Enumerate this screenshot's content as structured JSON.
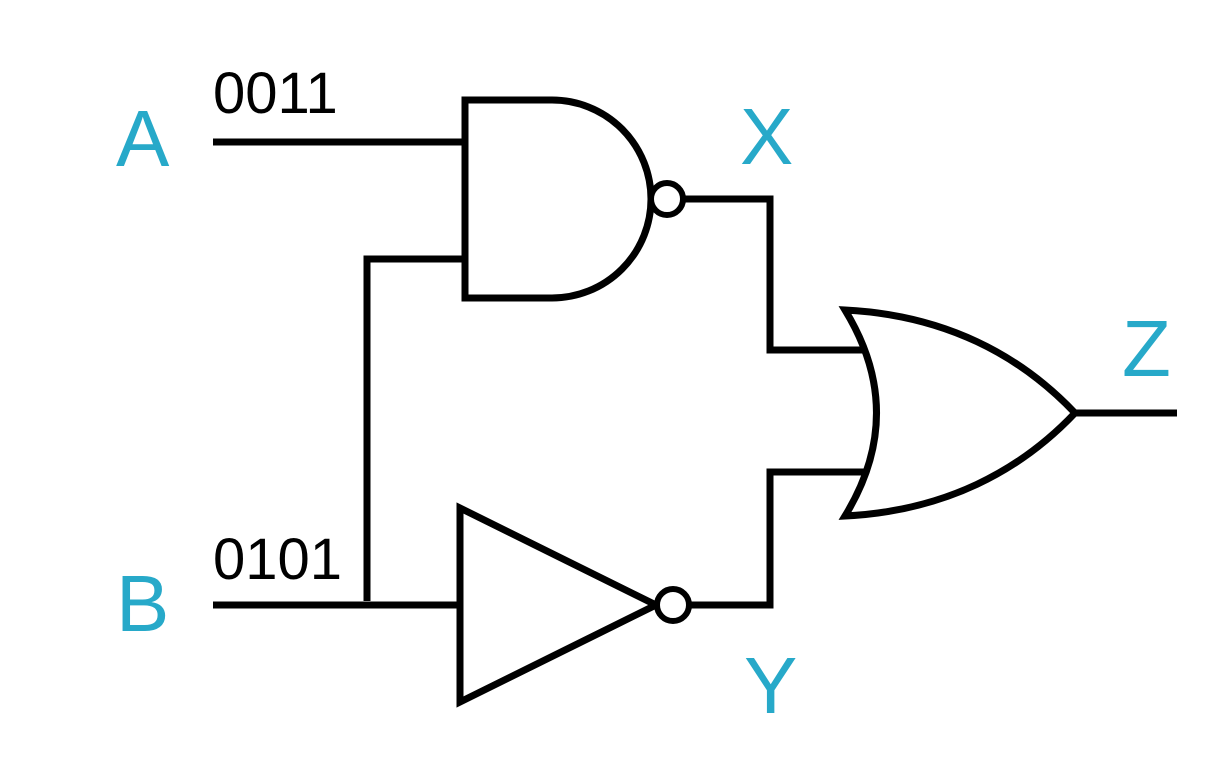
{
  "diagram": {
    "type": "logic-circuit",
    "accent_color": "#27a9c9",
    "wire_color": "#000000",
    "inputs": [
      {
        "name": "A",
        "value": "0011"
      },
      {
        "name": "B",
        "value": "0101"
      }
    ],
    "gates": [
      {
        "type": "NAND",
        "inputs": [
          "A",
          "B"
        ],
        "output": "X"
      },
      {
        "type": "NOT",
        "inputs": [
          "B"
        ],
        "output": "Y"
      },
      {
        "type": "OR",
        "inputs": [
          "X",
          "Y"
        ],
        "output": "Z"
      }
    ],
    "labels": {
      "input_a": "A",
      "input_a_value": "0011",
      "input_b": "B",
      "input_b_value": "0101",
      "nand_output": "X",
      "not_output": "Y",
      "circuit_output": "Z"
    }
  }
}
